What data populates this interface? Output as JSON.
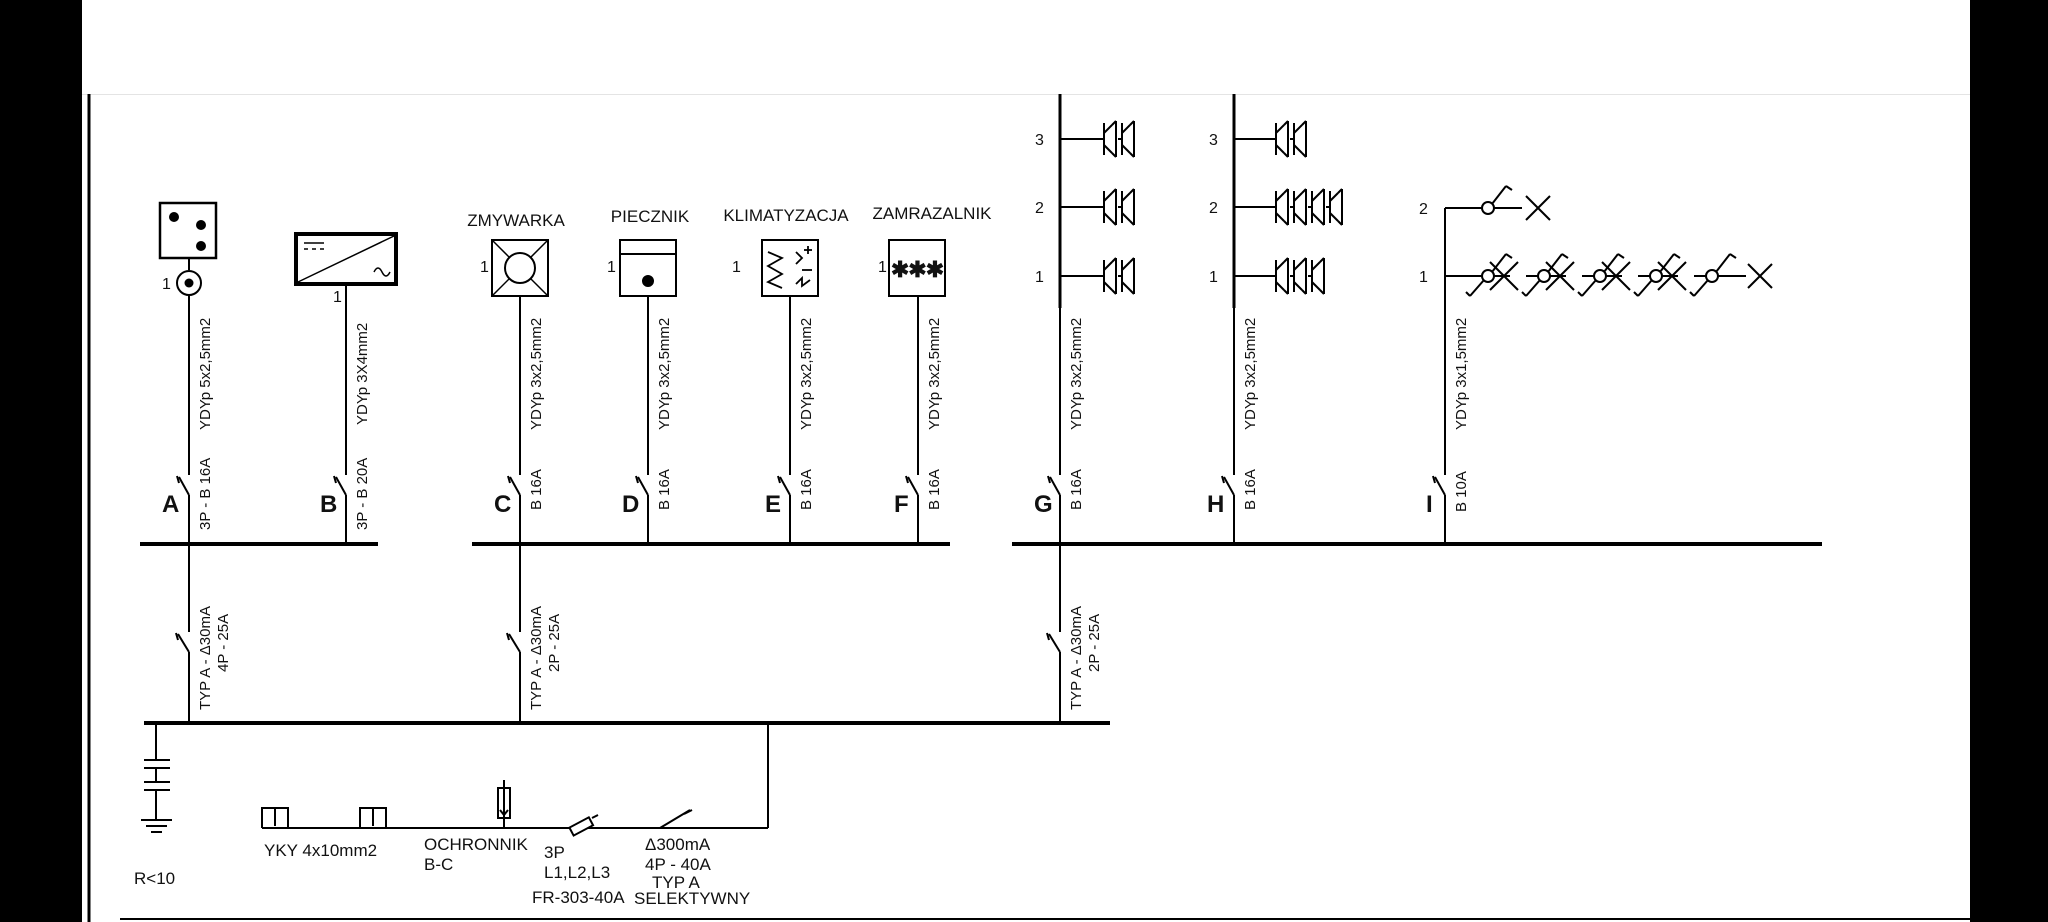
{
  "circuits": [
    {
      "letter": "A",
      "breaker": "3P - B 16A",
      "cable": "YDYp 5x2,5mm2",
      "pin": "1"
    },
    {
      "letter": "B",
      "breaker": "3P - B 20A",
      "cable": "YDYp 3X4mm2",
      "pin": "1"
    },
    {
      "letter": "C",
      "breaker": "B 16A",
      "cable": "YDYp 3x2,5mm2",
      "pin": "1",
      "device": "ZMYWARKA"
    },
    {
      "letter": "D",
      "breaker": "B 16A",
      "cable": "YDYp 3x2,5mm2",
      "pin": "1",
      "device": "PIECZNIK"
    },
    {
      "letter": "E",
      "breaker": "B 16A",
      "cable": "YDYp 3x2,5mm2",
      "pin": "1",
      "device": "KLIMATYZACJA"
    },
    {
      "letter": "F",
      "breaker": "B 16A",
      "cable": "YDYp 3x2,5mm2",
      "pin": "1",
      "device": "ZAMRAZALNIK"
    },
    {
      "letter": "G",
      "breaker": "B 16A",
      "cable": "YDYp 3x2,5mm2",
      "rows": [
        "3",
        "2",
        "1"
      ]
    },
    {
      "letter": "H",
      "breaker": "B 16A",
      "cable": "YDYp 3x2,5mm2",
      "rows": [
        "3",
        "2",
        "1"
      ]
    },
    {
      "letter": "I",
      "breaker": "B 10A",
      "cable": "YDYp 3x1,5mm2",
      "rows": [
        "2",
        "1"
      ]
    }
  ],
  "rcds": [
    {
      "line1": "TYP A - Δ30mA",
      "line2": "4P - 25A"
    },
    {
      "line1": "TYP A - Δ30mA",
      "line2": "2P - 25A"
    },
    {
      "line1": "TYP A - Δ30mA",
      "line2": "2P - 25A"
    }
  ],
  "supply": {
    "earth": "R<10",
    "cable": "YKY 4x10mm2",
    "surge_l1": "OCHRONNIK",
    "surge_l2": "B-C",
    "switch_l1": "3P",
    "switch_l2": "L1,L2,L3",
    "switch_l3": "FR-303-40A",
    "main_rcd_l1": "Δ300mA",
    "main_rcd_l2": "4P - 40A",
    "main_rcd_l3": "TYP A",
    "main_rcd_l4": "SELEKTYWNY"
  }
}
